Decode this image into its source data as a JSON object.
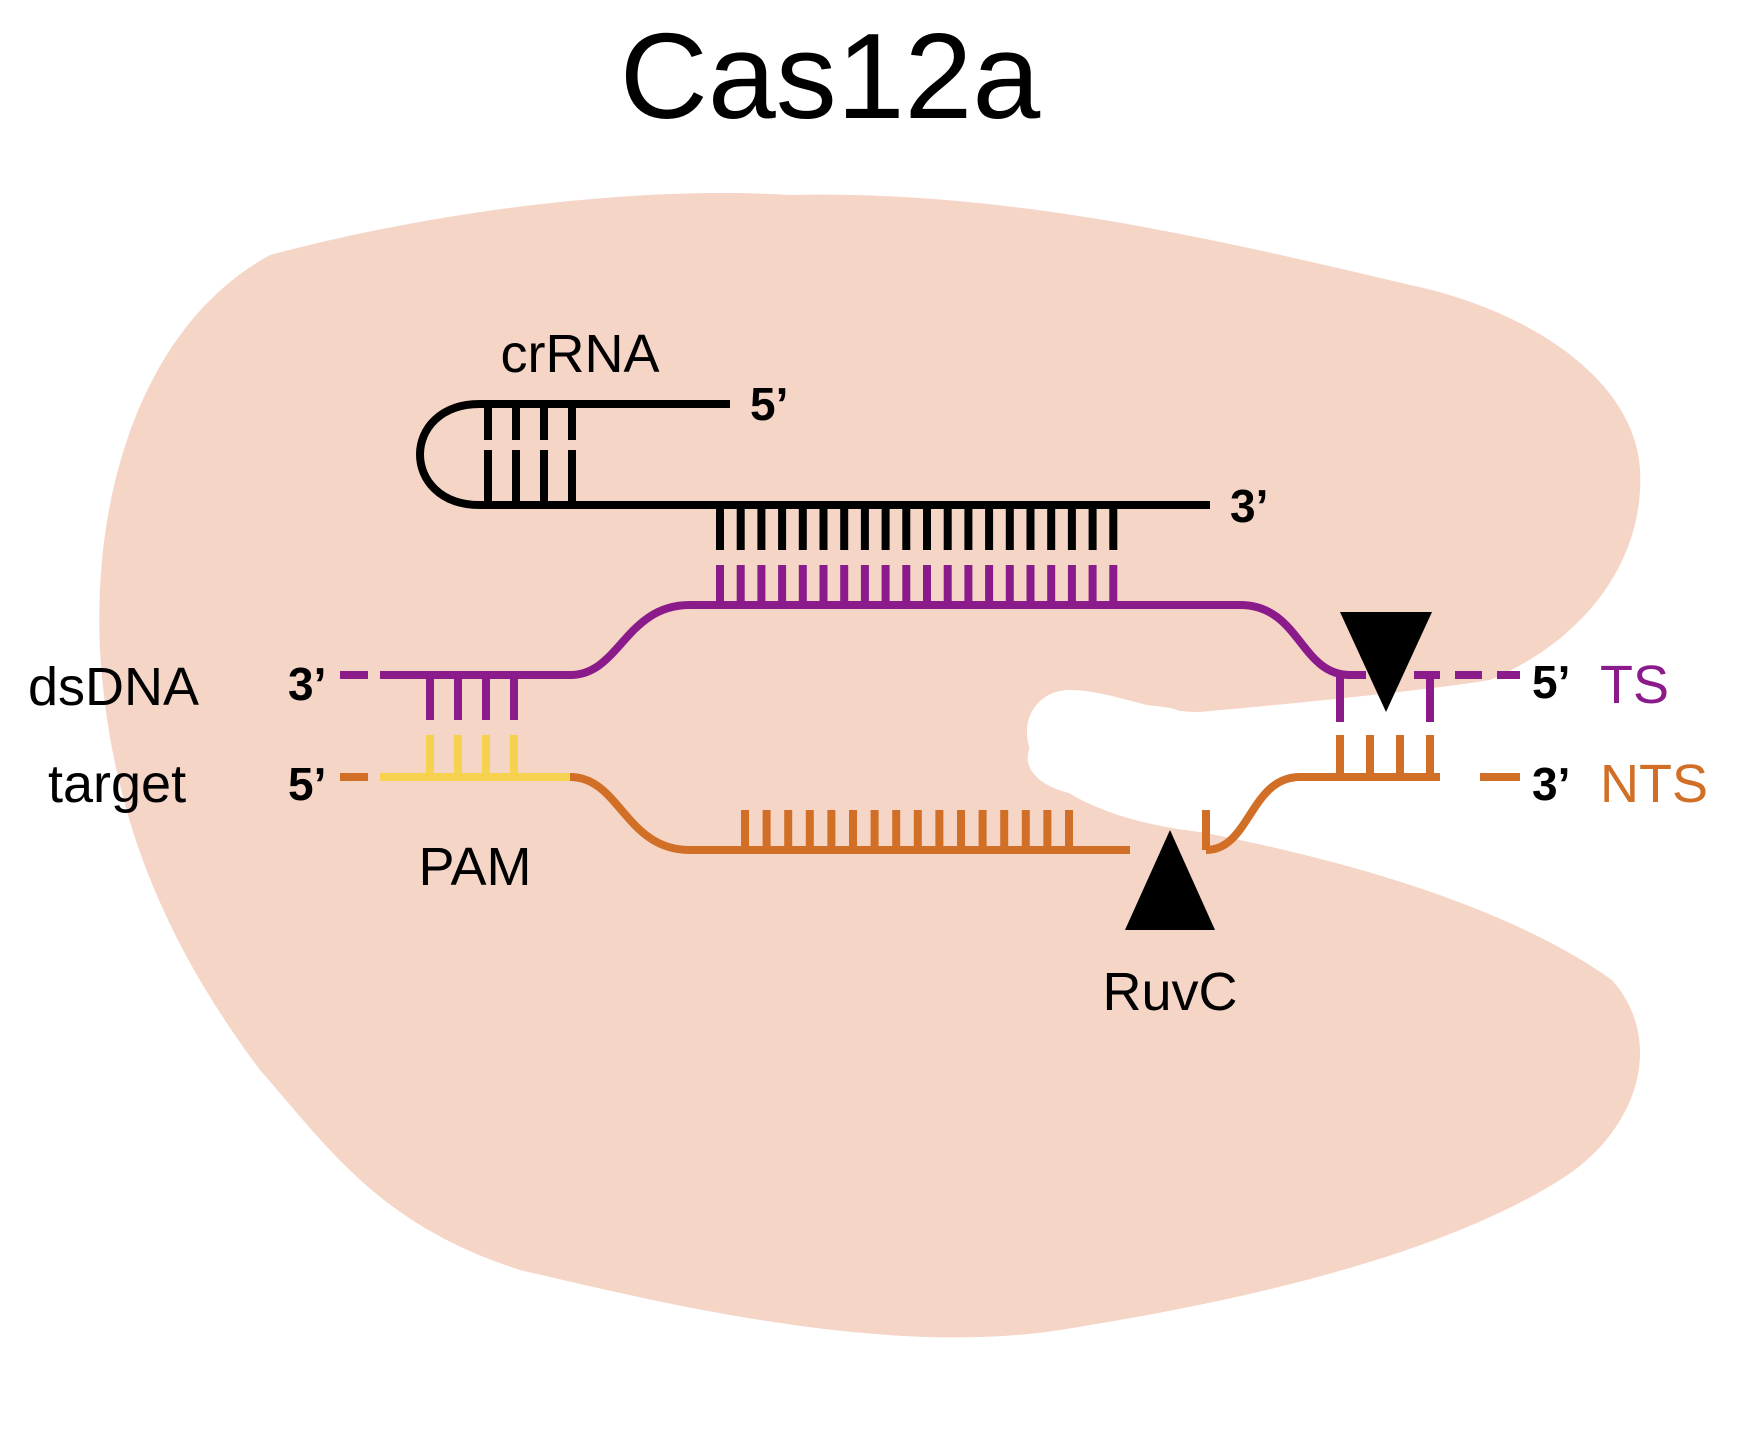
{
  "title": "Cas12a",
  "labels": {
    "crrna": "crRNA",
    "crrna_5": "5’",
    "crrna_3": "3’",
    "dsdna": "dsDNA",
    "target": "target",
    "ts_left_end": "3’",
    "nts_left_end": "5’",
    "ts_right_end": "5’",
    "nts_right_end": "3’",
    "ts": "TS",
    "nts": "NTS",
    "pam": "PAM",
    "ruvc": "RuvC"
  },
  "colors": {
    "protein": "#f5d5c6",
    "crrna": "#000000",
    "target_strand": "#8b1a8b",
    "non_target_strand": "#d26f26",
    "pam": "#f6d24f",
    "cut_marker": "#000000"
  },
  "icons": {
    "ts_cut": "triangle-down-icon",
    "nts_cut": "triangle-up-icon"
  }
}
